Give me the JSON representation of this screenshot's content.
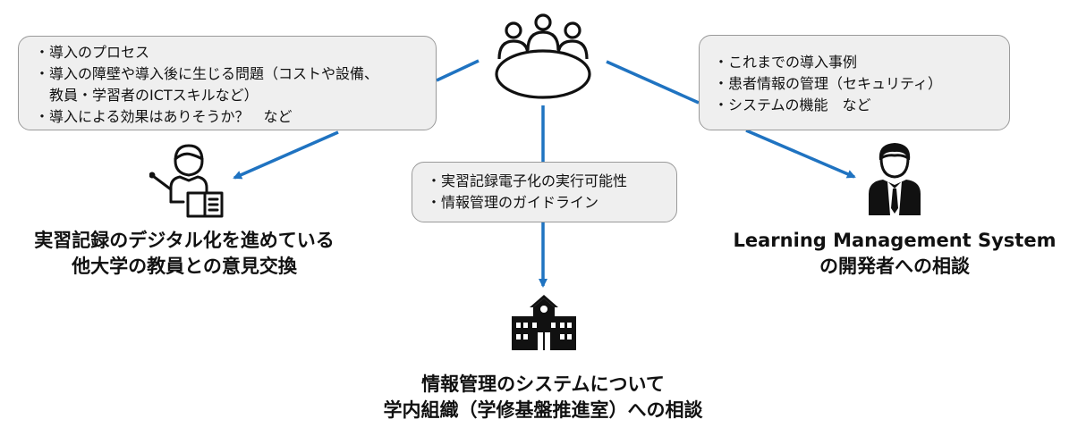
{
  "bubbles": {
    "left": [
      "・導入のプロセス",
      "・導入の障壁や導入後に生じる問題（コストや設備、",
      "　教員・学習者のICTスキルなど）",
      "・導入による効果はありそうか？　など"
    ],
    "right": [
      "・これまでの導入事例",
      "・患者情報の管理（セキュリティ）",
      "・システムの機能　など"
    ],
    "center": [
      "・実習記録電子化の実行可能性",
      "・情報管理のガイドライン"
    ]
  },
  "titles": {
    "left": [
      "実習記録のデジタル化を進めている",
      "他大学の教員との意見交換"
    ],
    "right": [
      "Learning Management System",
      "の開発者への相談"
    ],
    "bottom": [
      "情報管理のシステムについて",
      "学内組織（学修基盤推進室）への相談"
    ]
  },
  "icons": {
    "meeting": "meeting-table-icon",
    "teacher": "teacher-icon",
    "developer": "businessman-icon",
    "school": "school-building-icon"
  },
  "colors": {
    "arrow": "#1f73c1",
    "bubble_fill": "#efefef",
    "bubble_border": "#9a9a9a"
  }
}
